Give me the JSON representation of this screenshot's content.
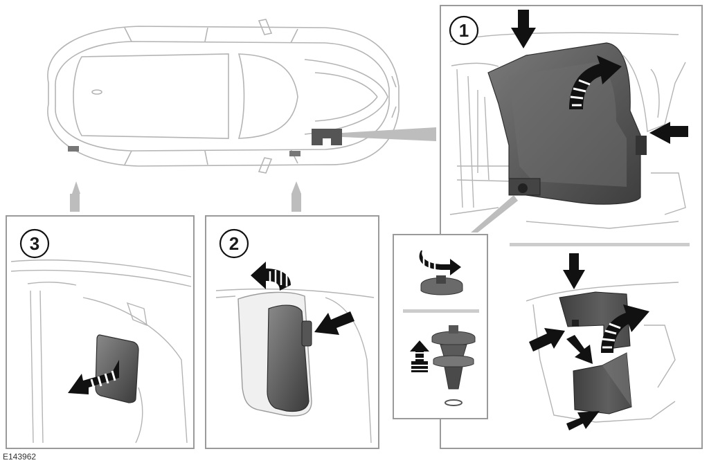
{
  "figure_id": "E143962",
  "callouts": {
    "one": "1",
    "two": "2",
    "three": "3"
  },
  "colors": {
    "panel_border": "#9a9a9a",
    "outline": "#b4b4b4",
    "cover_dark": "#4e4e4e",
    "cover_mid": "#6a6a6a",
    "pointer": "#bdbdbd",
    "arrow": "#111111"
  },
  "icons": [
    "rotate-arrow-icon",
    "push-arrow-icon",
    "pull-arrow-icon",
    "push-fastener-icon",
    "twist-fastener-icon"
  ]
}
